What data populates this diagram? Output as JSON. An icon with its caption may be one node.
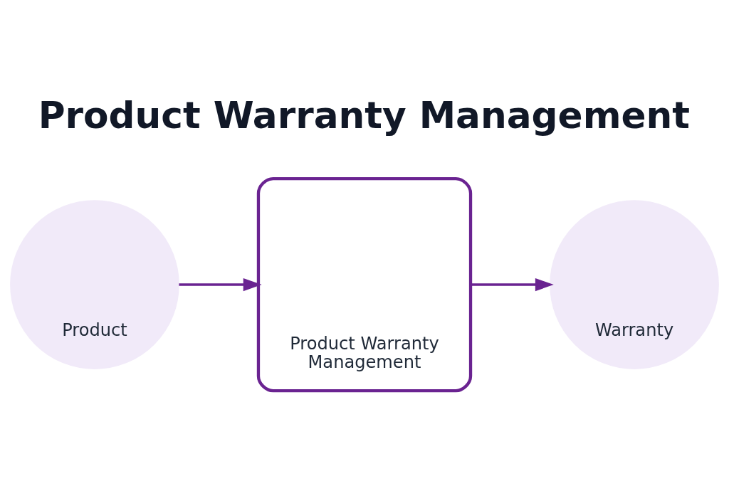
{
  "diagram": {
    "title": "Product Warranty Management",
    "nodes": [
      {
        "text": [
          "Product"
        ]
      },
      {
        "text": [
          "Product Warranty Management"
        ]
      },
      {
        "text": [
          "Warranty"
        ]
      }
    ],
    "edges": [
      {
        "from": 0,
        "to": 1,
        "arrow": "to"
      },
      {
        "from": 1,
        "to": 2,
        "arrow": "to"
      }
    ]
  }
}
